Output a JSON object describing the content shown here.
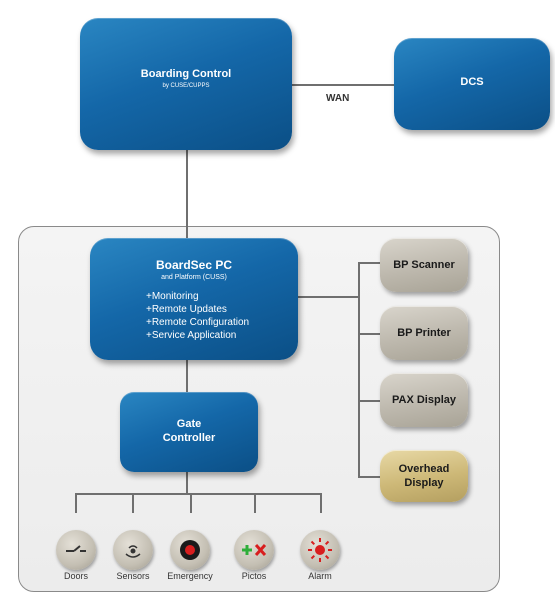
{
  "boarding_control": {
    "title": "Boarding Control",
    "subtitle": "by CUSE/CUPPS"
  },
  "dcs": {
    "label": "DCS"
  },
  "wan": {
    "label": "WAN"
  },
  "boardsec": {
    "title": "BoardSec PC",
    "subtitle": "and Platform (CUSS)",
    "features": [
      "+Monitoring",
      "+Remote Updates",
      "+Remote Configuration",
      "+Service Application"
    ]
  },
  "gate_controller": {
    "line1": "Gate",
    "line2": "Controller"
  },
  "peripherals": [
    {
      "label": "BP Scanner"
    },
    {
      "label": "BP Printer"
    },
    {
      "label": "PAX Display"
    },
    {
      "line1": "Overhead",
      "line2": "Display"
    }
  ],
  "devices": [
    {
      "label": "Doors",
      "icon": "door-icon"
    },
    {
      "label": "Sensors",
      "icon": "sensor-icon"
    },
    {
      "label": "Emergency",
      "icon": "emergency-button-icon"
    },
    {
      "label": "Pictos",
      "icon": "pictogram-icon"
    },
    {
      "label": "Alarm",
      "icon": "alarm-light-icon"
    }
  ],
  "colors": {
    "blue": "#1467a8",
    "grey": "#bdb8ad",
    "gold": "#cdb877",
    "red": "#d81e1e",
    "green": "#2fae3a"
  }
}
